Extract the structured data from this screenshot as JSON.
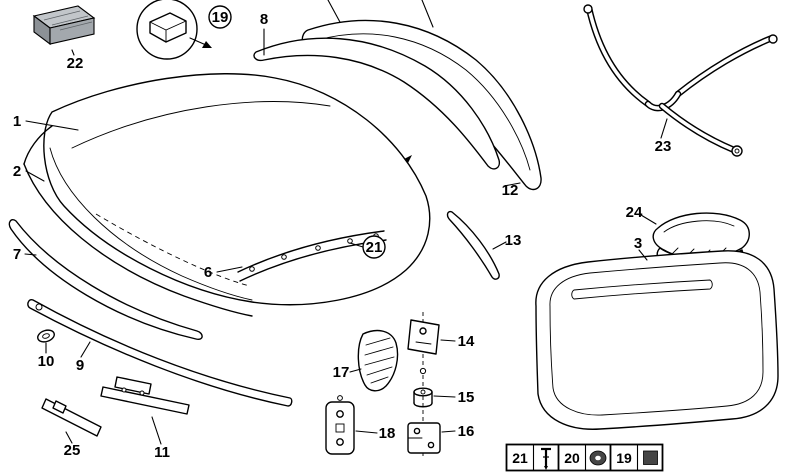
{
  "callouts": {
    "c1": {
      "label": "1"
    },
    "c2": {
      "label": "2"
    },
    "c3": {
      "label": "3"
    },
    "c6": {
      "label": "6"
    },
    "c7": {
      "label": "7"
    },
    "c8": {
      "label": "8"
    },
    "c9": {
      "label": "9"
    },
    "c10": {
      "label": "10"
    },
    "c11": {
      "label": "11"
    },
    "c12": {
      "label": "12"
    },
    "c13": {
      "label": "13"
    },
    "c14": {
      "label": "14"
    },
    "c15": {
      "label": "15"
    },
    "c16": {
      "label": "16"
    },
    "c17": {
      "label": "17"
    },
    "c18": {
      "label": "18"
    },
    "c19": {
      "label": "19"
    },
    "c21": {
      "label": "21"
    },
    "c22": {
      "label": "22"
    },
    "c23": {
      "label": "23"
    },
    "c24": {
      "label": "24"
    },
    "c25": {
      "label": "25"
    }
  },
  "legend": {
    "items": [
      {
        "label": "21",
        "icon": "rivet-icon"
      },
      {
        "label": "20",
        "icon": "grommet-icon"
      },
      {
        "label": "19",
        "icon": "plug-icon"
      }
    ]
  },
  "colors": {
    "line": "#000000",
    "background": "#ffffff",
    "block_gray": "#9aa0a5",
    "fastener_dark": "#454545"
  }
}
